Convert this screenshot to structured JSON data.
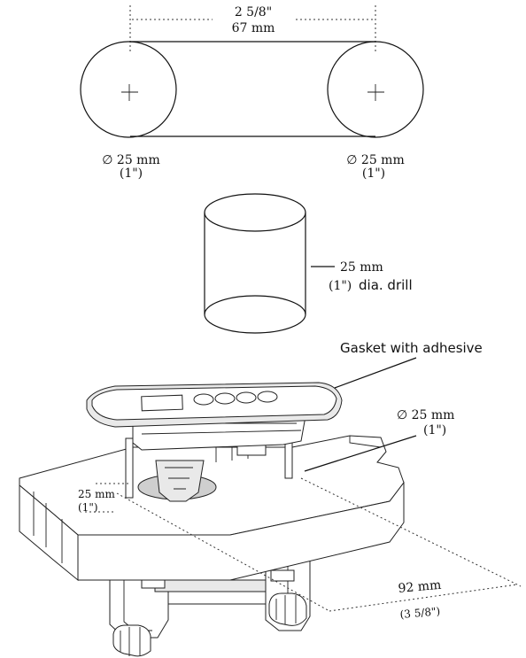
{
  "top_dimension": {
    "imperial": "2 5/8\"",
    "metric": "67 mm"
  },
  "hole_left": {
    "diameter": "∅ 25 mm",
    "imperial": "(1\")"
  },
  "hole_right": {
    "diameter": "∅ 25 mm",
    "imperial": "(1\")"
  },
  "drill": {
    "size": "25 mm",
    "imperial": "(1\")",
    "description": "dia. drill"
  },
  "assembly": {
    "gasket_label": "Gasket with adhesive",
    "hole_diameter": "∅ 25 mm",
    "hole_imperial": "(1\")",
    "thickness_metric": "25 mm",
    "thickness_imperial": "(1\")",
    "length_metric": "92 mm",
    "length_imperial": "(3 5/8\")"
  }
}
